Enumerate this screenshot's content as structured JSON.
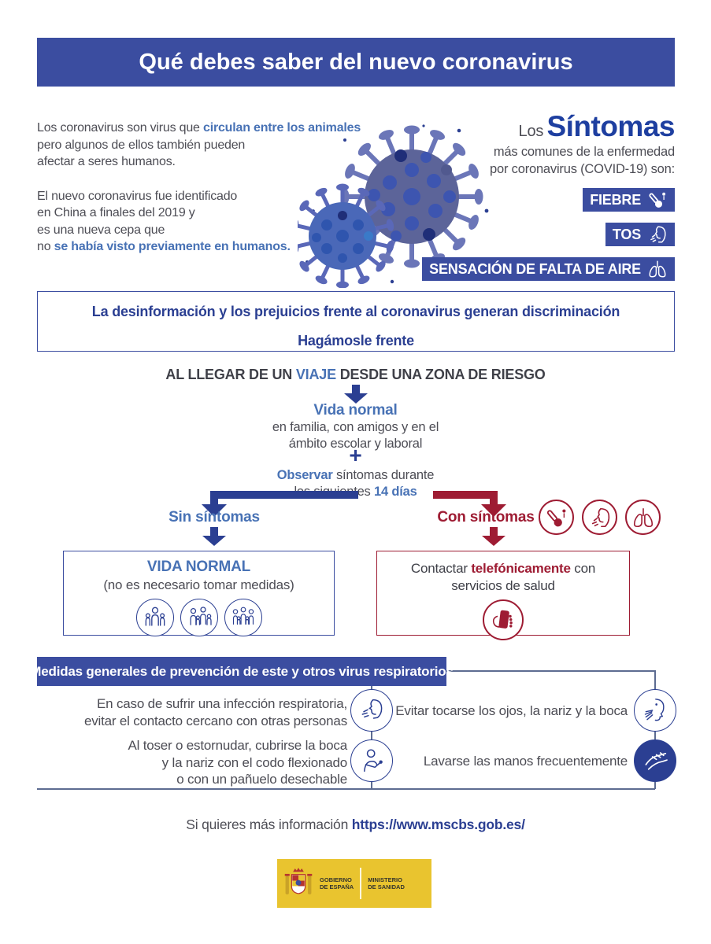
{
  "colors": {
    "primary_blue": "#3b4da0",
    "navy_text": "#2b3f92",
    "accent_blue": "#4872b5",
    "dark_red": "#9e1c33",
    "text_gray": "#4d4d55",
    "logo_yellow": "#e9c42f"
  },
  "header": {
    "title": "Qué debes saber del nuevo coronavirus"
  },
  "intro": {
    "p1_line1_pre": "Los coronavirus son virus que ",
    "p1_line1_hl": "circulan entre los animales",
    "p1_line2": "pero algunos de ellos también pueden",
    "p1_line3": "afectar a seres humanos.",
    "p2_line1": "El nuevo coronavirus fue identificado",
    "p2_line2": "en China a finales del 2019 y",
    "p2_line3": "es una nueva cepa que",
    "p2_line4_pre": "no ",
    "p2_line4_hl": "se había visto previamente en humanos."
  },
  "illustration": {
    "name": "coronavirus-illustration"
  },
  "sintomas": {
    "los": "Los",
    "title": "Síntomas",
    "subtitle_line1": "más comunes de la enfermedad",
    "subtitle_line2": "por coronavirus (COVID-19) son:",
    "badges": [
      {
        "label": "FIEBRE",
        "icon": "thermometer-icon"
      },
      {
        "label": "TOS",
        "icon": "cough-icon"
      },
      {
        "label": "SENSACIÓN DE FALTA DE AIRE",
        "icon": "lungs-icon"
      }
    ]
  },
  "info_box": {
    "line1": "La desinformación y los prejuicios frente al coronavirus generan discriminación",
    "line2": "Hagámosle frente"
  },
  "flow": {
    "heading_pre": "AL LLEGAR DE UN ",
    "heading_hl": "VIAJE",
    "heading_post": " DESDE UNA ZONA DE RIESGO",
    "step1_title": "Vida normal",
    "step1_line1": "en familia, con amigos y en el",
    "step1_line2": "ámbito escolar y laboral",
    "plus": "+",
    "step2_hl": "Observar",
    "step2_post": " síntomas durante",
    "step2_line2_pre": "los siguientes ",
    "step2_line2_hl": "14 días",
    "left_label": "Sin síntomas",
    "right_label": "Con síntomas",
    "right_icons": [
      "thermometer-icon",
      "cough-icon",
      "lungs-icon"
    ],
    "left_box": {
      "title": "VIDA NORMAL",
      "subtitle": "(no es necesario tomar medidas)",
      "icons": [
        "family-icon",
        "group-icon",
        "crowd-icon"
      ]
    },
    "right_box": {
      "line1_pre": "Contactar ",
      "line1_hl": "telefónicamente",
      "line1_post": " con",
      "line2": "servicios de salud",
      "icon": "phone-hand-icon"
    }
  },
  "medidas": {
    "title": "Medidas generales de prevención de este y otros virus respiratorios",
    "items": [
      {
        "icon": "coughing-person-icon",
        "lines": [
          "En caso de sufrir una infección respiratoria,",
          "evitar el contacto cercano con otras personas"
        ]
      },
      {
        "icon": "elbow-cough-icon",
        "lines": [
          "Al toser o estornudar, cubrirse la boca",
          "y la nariz con el codo flexionado",
          "o con un pañuelo desechable"
        ]
      },
      {
        "icon": "face-touch-icon",
        "lines": [
          "Evitar tocarse los ojos, la nariz y la boca"
        ]
      },
      {
        "icon": "wash-hands-icon",
        "lines": [
          "Lavarse las manos frecuentemente"
        ]
      }
    ]
  },
  "footer": {
    "info_pre": "Si quieres más información ",
    "info_url": "https://www.mscbs.gob.es/",
    "logo_icon": "spain-coat-of-arms-icon",
    "logo_left_line1": "GOBIERNO",
    "logo_left_line2": "DE ESPAÑA",
    "logo_right_line1": "MINISTERIO",
    "logo_right_line2": "DE SANIDAD"
  }
}
